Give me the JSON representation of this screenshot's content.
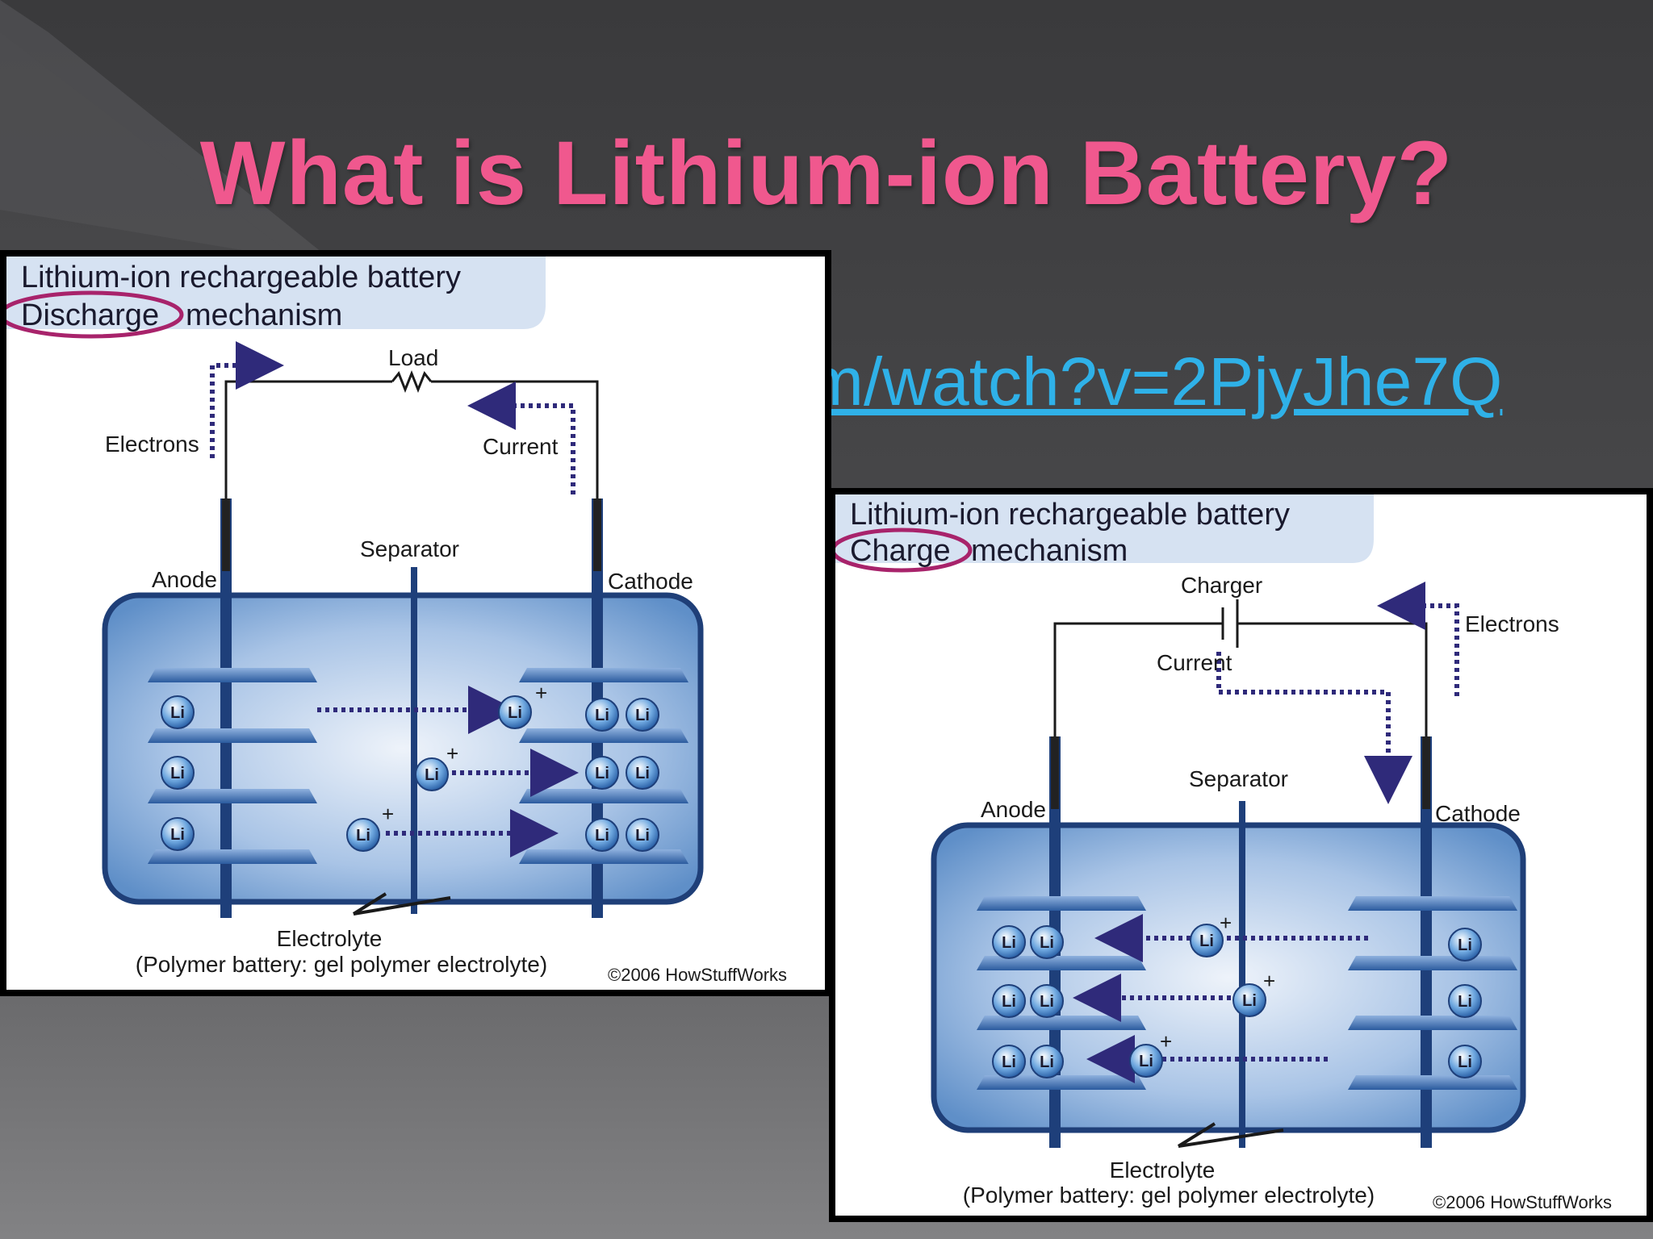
{
  "slide": {
    "title": "What is Lithium-ion Battery?",
    "link_text": "m/watch?v=2PjyJhe7Q"
  },
  "colors": {
    "title": "#f0588e",
    "link": "#2fb1e8",
    "highlight_circle": "#a8236b",
    "battery_blue": "#3f76b8",
    "arrow": "#2f2a7a"
  },
  "discharge_figure": {
    "header_line1": "Lithium-ion rechargeable battery",
    "header_line2_circled": "Discharge",
    "header_line2_rest": "mechanism",
    "load": "Load",
    "electrons": "Electrons",
    "current": "Current",
    "separator": "Separator",
    "anode": "Anode",
    "cathode": "Cathode",
    "ion": "Li",
    "plus": "+",
    "electrolyte": "Electrolyte",
    "electrolyte_note": "(Polymer battery: gel polymer electrolyte)",
    "credit": "©2006 HowStuffWorks"
  },
  "charge_figure": {
    "header_line1": "Lithium-ion rechargeable battery",
    "header_line2_circled": "Charge",
    "header_line2_rest": "mechanism",
    "charger": "Charger",
    "electrons": "Electrons",
    "current": "Current",
    "separator": "Separator",
    "anode": "Anode",
    "cathode": "Cathode",
    "ion": "Li",
    "plus": "+",
    "electrolyte": "Electrolyte",
    "electrolyte_note": "(Polymer battery: gel polymer electrolyte)",
    "credit": "©2006 HowStuffWorks"
  }
}
